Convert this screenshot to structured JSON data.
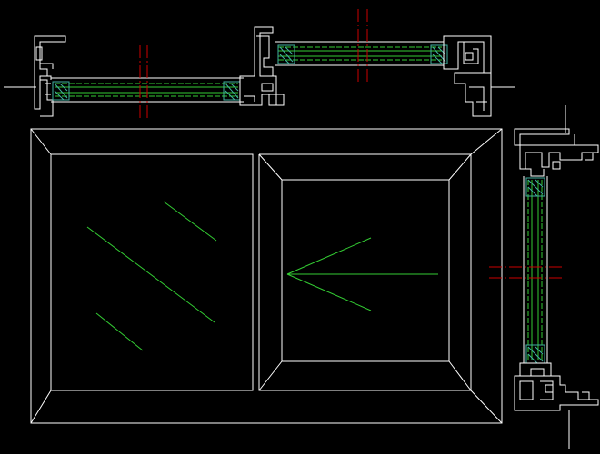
{
  "drawing": {
    "background": "#000000",
    "line_colors": {
      "frame": "#ffffff",
      "glass": "#33cc33",
      "centerline": "#cc0000",
      "seal": "#40b0a0"
    }
  },
  "elevation": {
    "panels": [
      {
        "name": "fixed-pane",
        "glass_marks": 3
      },
      {
        "name": "sliding-sash",
        "slide_direction": "left"
      }
    ]
  },
  "sections": [
    {
      "name": "horizontal-section"
    },
    {
      "name": "vertical-section"
    }
  ]
}
